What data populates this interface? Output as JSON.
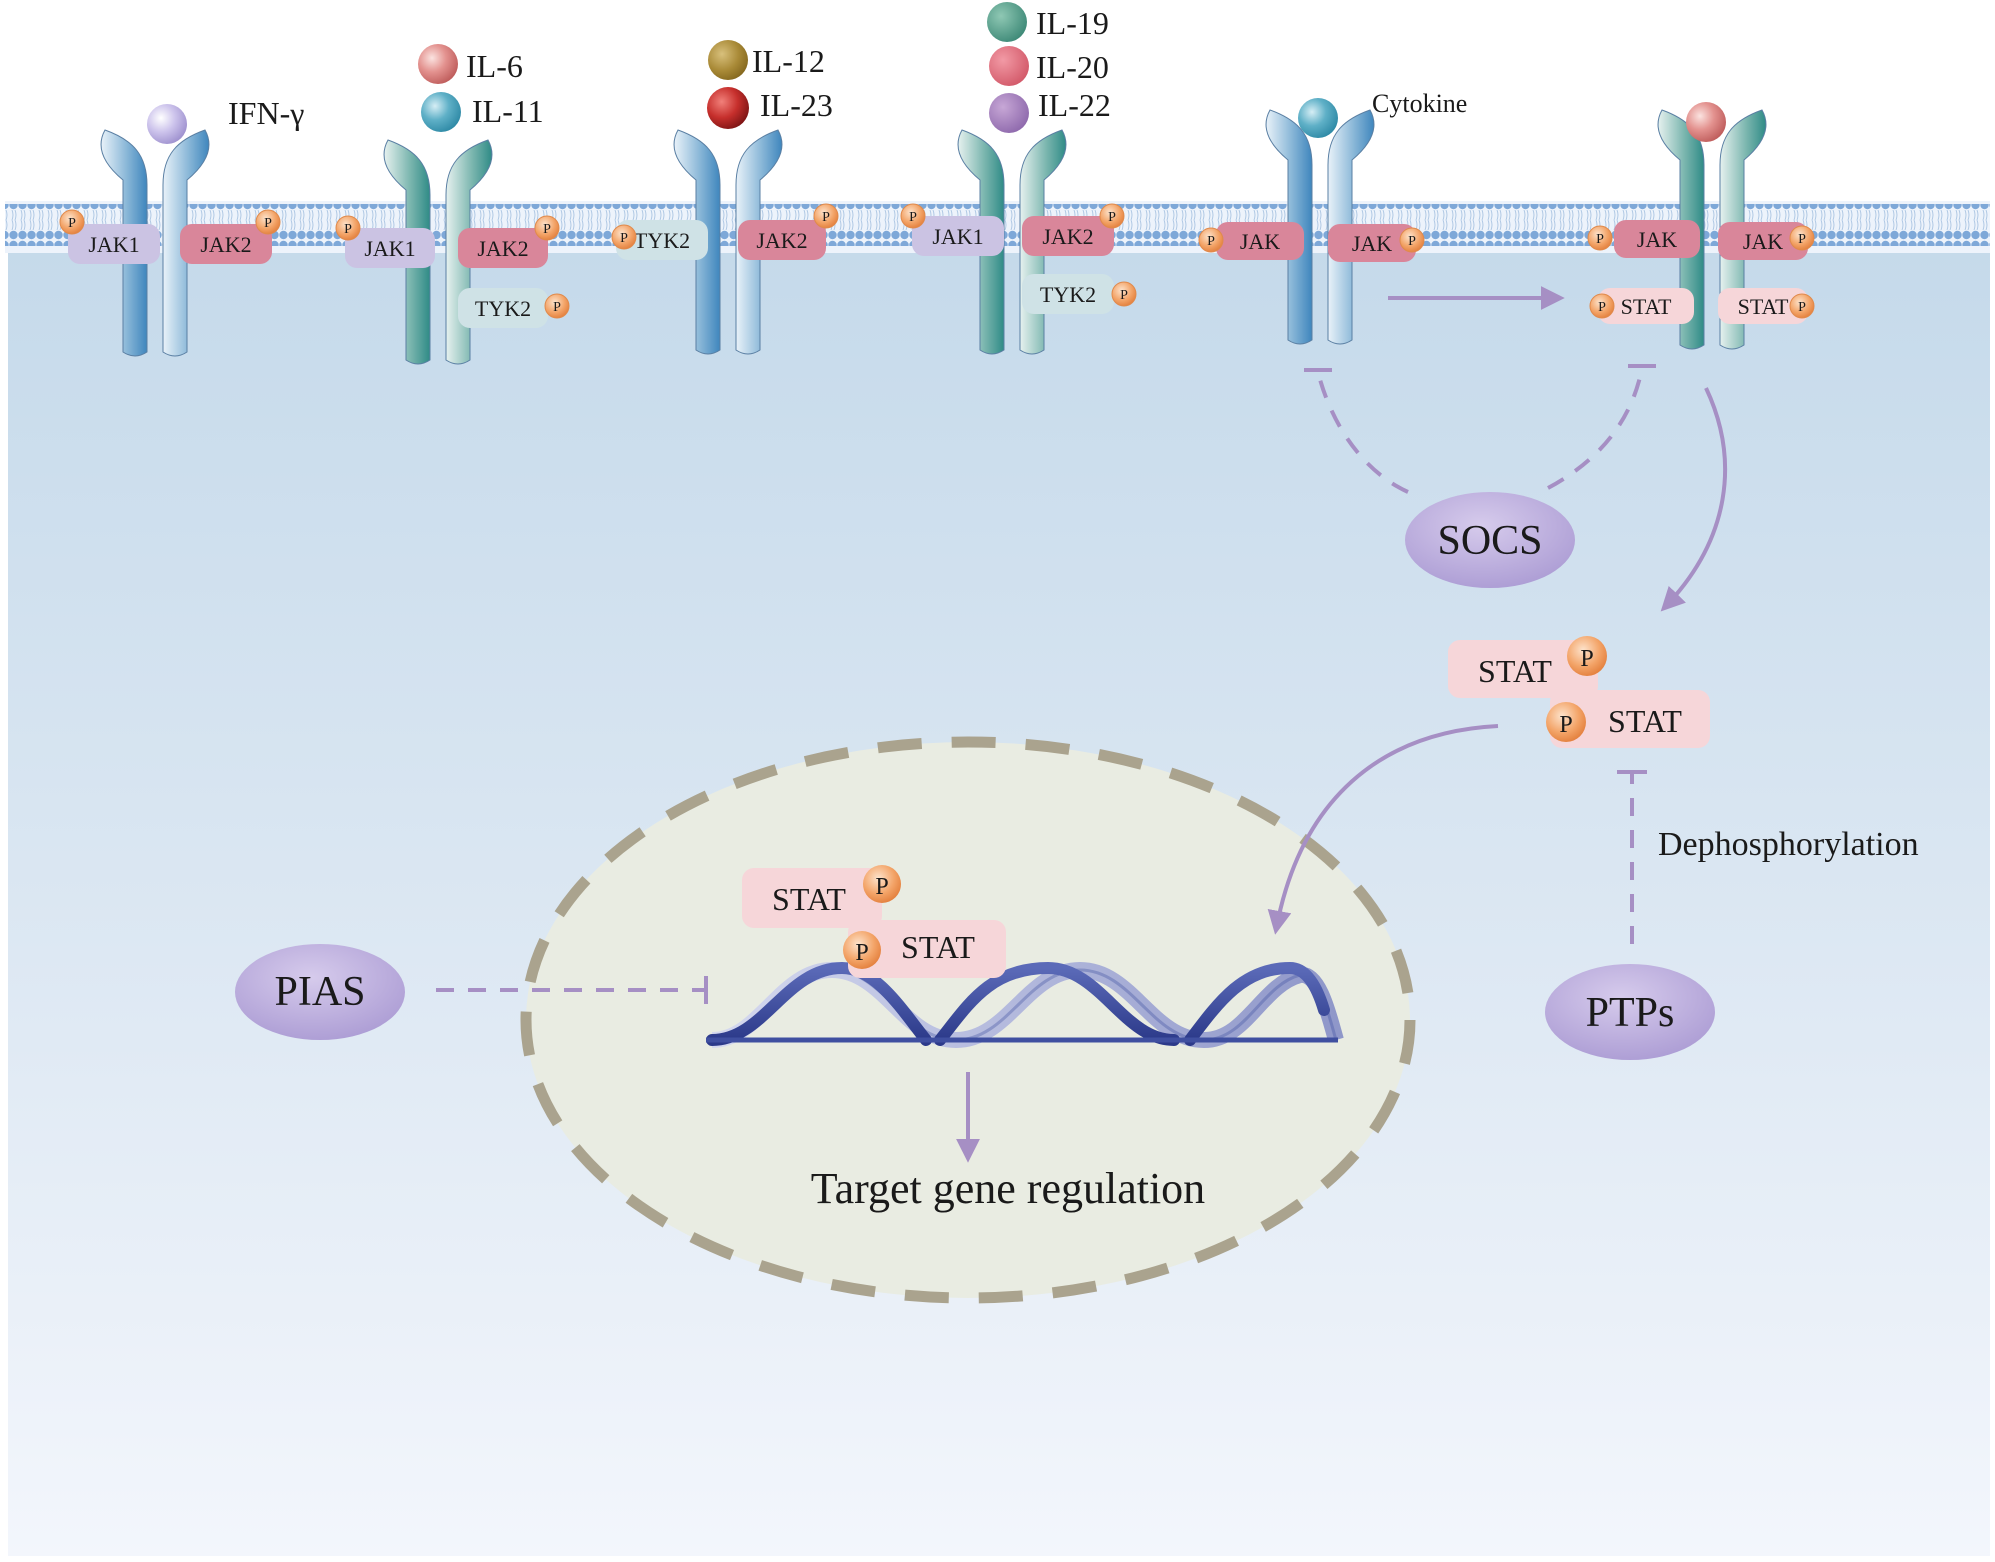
{
  "ligands": {
    "ifn_gamma": "IFN-γ",
    "il6": "IL-6",
    "il11": "IL-11",
    "il12": "IL-12",
    "il23": "IL-23",
    "il19": "IL-19",
    "il20": "IL-20",
    "il22": "IL-22",
    "cytokine": "Cytokine"
  },
  "kinases": {
    "jak1": "JAK1",
    "jak2": "JAK2",
    "tyk2": "TYK2",
    "jak": "JAK",
    "stat": "STAT",
    "phospho": "P"
  },
  "regulators": {
    "socs": "SOCS",
    "pias": "PIAS",
    "ptps": "PTPs"
  },
  "labels": {
    "dephosphorylation": "Dephosphorylation",
    "target_gene_regulation": "Target gene regulation"
  },
  "colors": {
    "jak1": "#cbc3e3",
    "jak2": "#d9869a",
    "tyk2": "#cfe2e6",
    "stat": "#f6d6d9",
    "phospho": "#f2a065",
    "regulator": "#b7a8d6",
    "arrow": "#a68fc4",
    "nucleus": "#e9ece2",
    "nuclear_envelope": "#aaa38e",
    "dna": "#3f4fa0"
  }
}
